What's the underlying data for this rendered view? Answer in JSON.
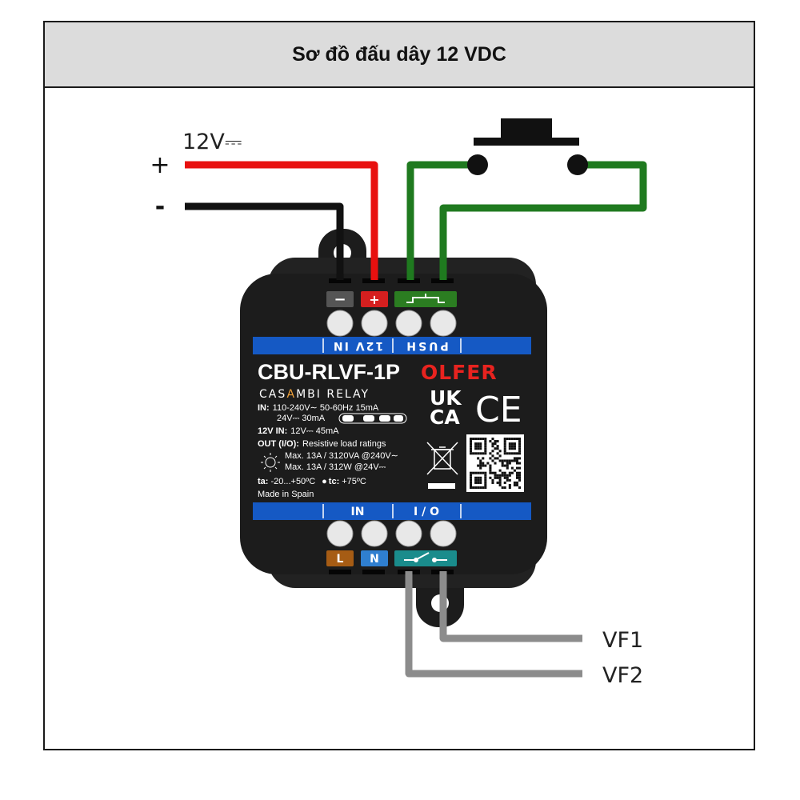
{
  "header": {
    "title": "Sơ đồ đấu dây 12 VDC"
  },
  "power": {
    "voltage_label": "12V⎓",
    "plus_label": "+",
    "minus_label": "-"
  },
  "outputs": {
    "vf1": "VF1",
    "vf2": "VF2"
  },
  "device": {
    "model": "CBU-RLVF-1P",
    "brand": "OLFER",
    "product_pre": "CAS",
    "product_accent": "A",
    "product_post": "MBI  RELAY",
    "top_terminals": {
      "minus": "−",
      "plus": "+"
    },
    "top_band_left": "12V IN",
    "top_band_right": "PUSH",
    "specs": {
      "in_key": "IN:",
      "in_line1": "110-240V∼ 50-60Hz 15mA",
      "in_line2": "24V⎓ 30mA",
      "in12_key": "12V IN:",
      "in12_value": "12V⎓  45mA",
      "out_key": "OUT (I/O):",
      "out_value": "Resistive load ratings",
      "load_line1": "Max. 13A / 3120VA  @240V∼",
      "load_line2": "Max. 13A / 312W  @24V⎓",
      "ta_key": "ta:",
      "ta_value": "-20...+50ºC",
      "tc_key": "tc:",
      "tc_value": "+75ºC",
      "made_in": "Made in Spain"
    },
    "cert": {
      "ukca_top": "UK",
      "ukca_bottom": "CA",
      "ce": "CE"
    },
    "bottom_band_left": "IN",
    "bottom_band_right": "I / O",
    "bottom_terminals": {
      "l": "L",
      "n": "N"
    }
  },
  "colors": {
    "wire_positive": "#e8100f",
    "wire_negative": "#111111",
    "wire_push": "#1f7a1f",
    "wire_output": "#8c8c8c",
    "device_body": "#1c1c1c",
    "band_blue": "#1559c4",
    "brand_red": "#e8231f",
    "label_gray": "#555555",
    "label_red": "#d51f1f",
    "label_green": "#2b7d21",
    "label_brown": "#a65c14",
    "label_blue": "#2f7fd0",
    "label_teal": "#1a8c8c",
    "casambi_accent": "#f0a23b"
  },
  "icons": {
    "push_button": "push-button-switch",
    "terminal_screw": "terminal-screw-icon",
    "weee": "weee-bin-icon",
    "qr": "qr-code-icon",
    "lamp": "lamp-icon",
    "relay_contact": "relay-contact-icon"
  }
}
